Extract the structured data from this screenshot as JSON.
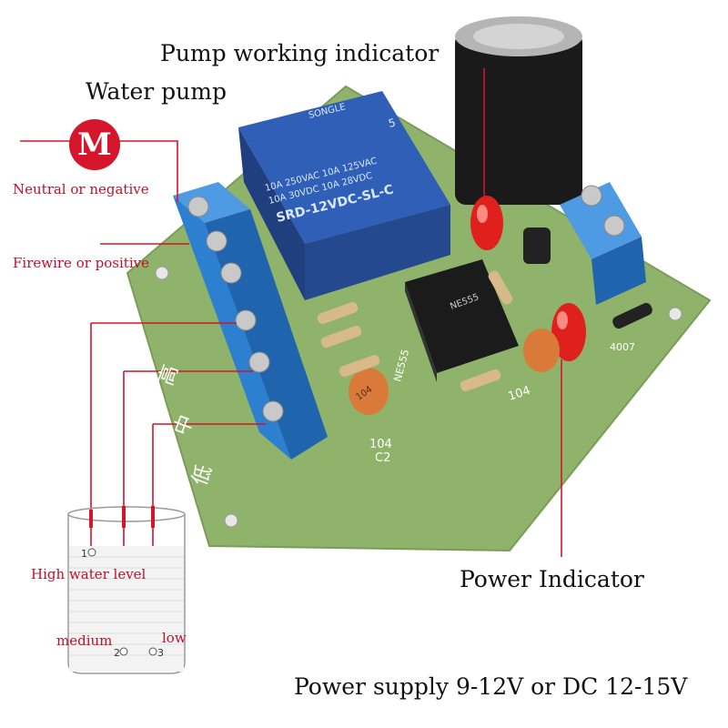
{
  "labels": {
    "pump_indicator": "Pump working indicator",
    "water_pump": "Water pump",
    "motor_letter": "M",
    "neutral": "Neutral or negative",
    "firewire": "Firewire or positive",
    "power_indicator": "Power Indicator",
    "power_supply": "Power supply 9-12V or DC 12-15V",
    "high_level": "High water level",
    "medium": "medium",
    "low": "low"
  },
  "electrodes": [
    "1",
    "2",
    "3"
  ],
  "relay": {
    "brand": "SONGLE",
    "line1": "10A 250VAC  10A 125VAC",
    "line2": "10A  30VDC  10A  28VDC",
    "model": "SRD-12VDC-SL-C",
    "num": "5"
  },
  "chip": {
    "name": "NE555"
  },
  "board": {
    "chinese_high": "高",
    "chinese_mid": "中",
    "chinese_low": "低",
    "cap_104a": "104",
    "cap_104b": "104",
    "c2": "C2",
    "c2_val": "104",
    "d4007": "4007",
    "ne_label": "NE555"
  },
  "colors": {
    "board": "#8fb36b",
    "relay": "#2f5fb7",
    "terminal": "#2d7fd0",
    "label_red": "#c0102a",
    "motor": "#d4152b"
  }
}
